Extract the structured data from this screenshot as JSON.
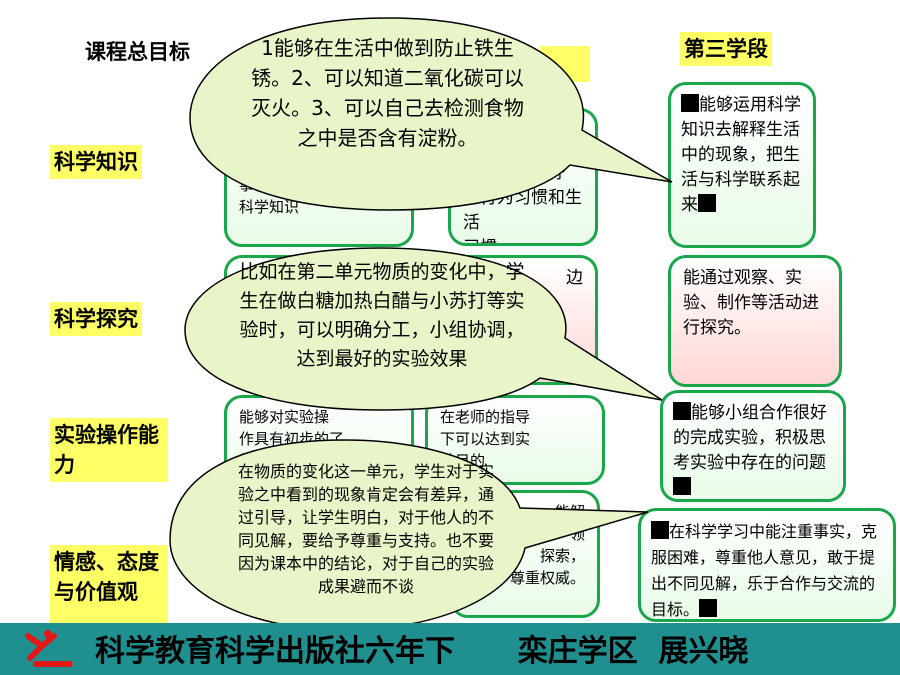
{
  "headings": {
    "goals": "课程总目标",
    "stage3": "第三学段"
  },
  "rows": {
    "knowledge": "科学知识",
    "inquiry": "科学探究",
    "operation": "实验操作能力",
    "attitude": "情感、态度与价值观"
  },
  "col1": {
    "r1_fragment": "事物有关的\n科学知识",
    "r3_fragment": "能够对实验操\n作具有初步的了\n解"
  },
  "col2": {
    "r1_fragment": "能够养成良好\n的行为习惯和生活\n习惯。",
    "r2_fragment": "边",
    "r3_fragment": "在老师的指导\n下可以达到实\n验目的",
    "r4_fragment": "能解\n领\n探索，\n尊重权威。"
  },
  "col3": {
    "r1": "能够运用科学知识去解释生活中的现象，把生活与科学联系起来",
    "r2": "能通过观察、实验、制作等活动进行探究。",
    "r3": "能够小组合作很好的完成实验，积极思考实验中存在的问题",
    "r4": "在科学学习中能注重事实，克服困难，尊重他人意见，敢于提出不同见解，乐于合作与交流的目标。"
  },
  "bubbles": {
    "b1": "1能够在生活中做到防止铁生锈。2、可以知道二氧化碳可以灭火。3、可以自己去检测食物之中是否含有淀粉。",
    "b2": "比如在第二单元物质的变化中，学生在做白糖加热白醋与小苏打等实验时，可以明确分工，小组协调，达到最好的实验效果",
    "b3": "在物质的变化这一单元，学生对于实验之中看到的现象肯定会有差异，通过引导，让学生明白，对于他人的不同见解，要给予尊重与支持。也不要因为课本中的结论，对于自己的实验成果避而不谈"
  },
  "footer": {
    "text": "科学教育科学出版社六年下      栾庄学区  展兴晓"
  },
  "colors": {
    "label_bg": "#ffff66",
    "box_border": "#1aa64a",
    "bubble_fill": "#e8f5c8",
    "footer_bg": "#1f8f8f",
    "logo_red": "#e01818"
  }
}
